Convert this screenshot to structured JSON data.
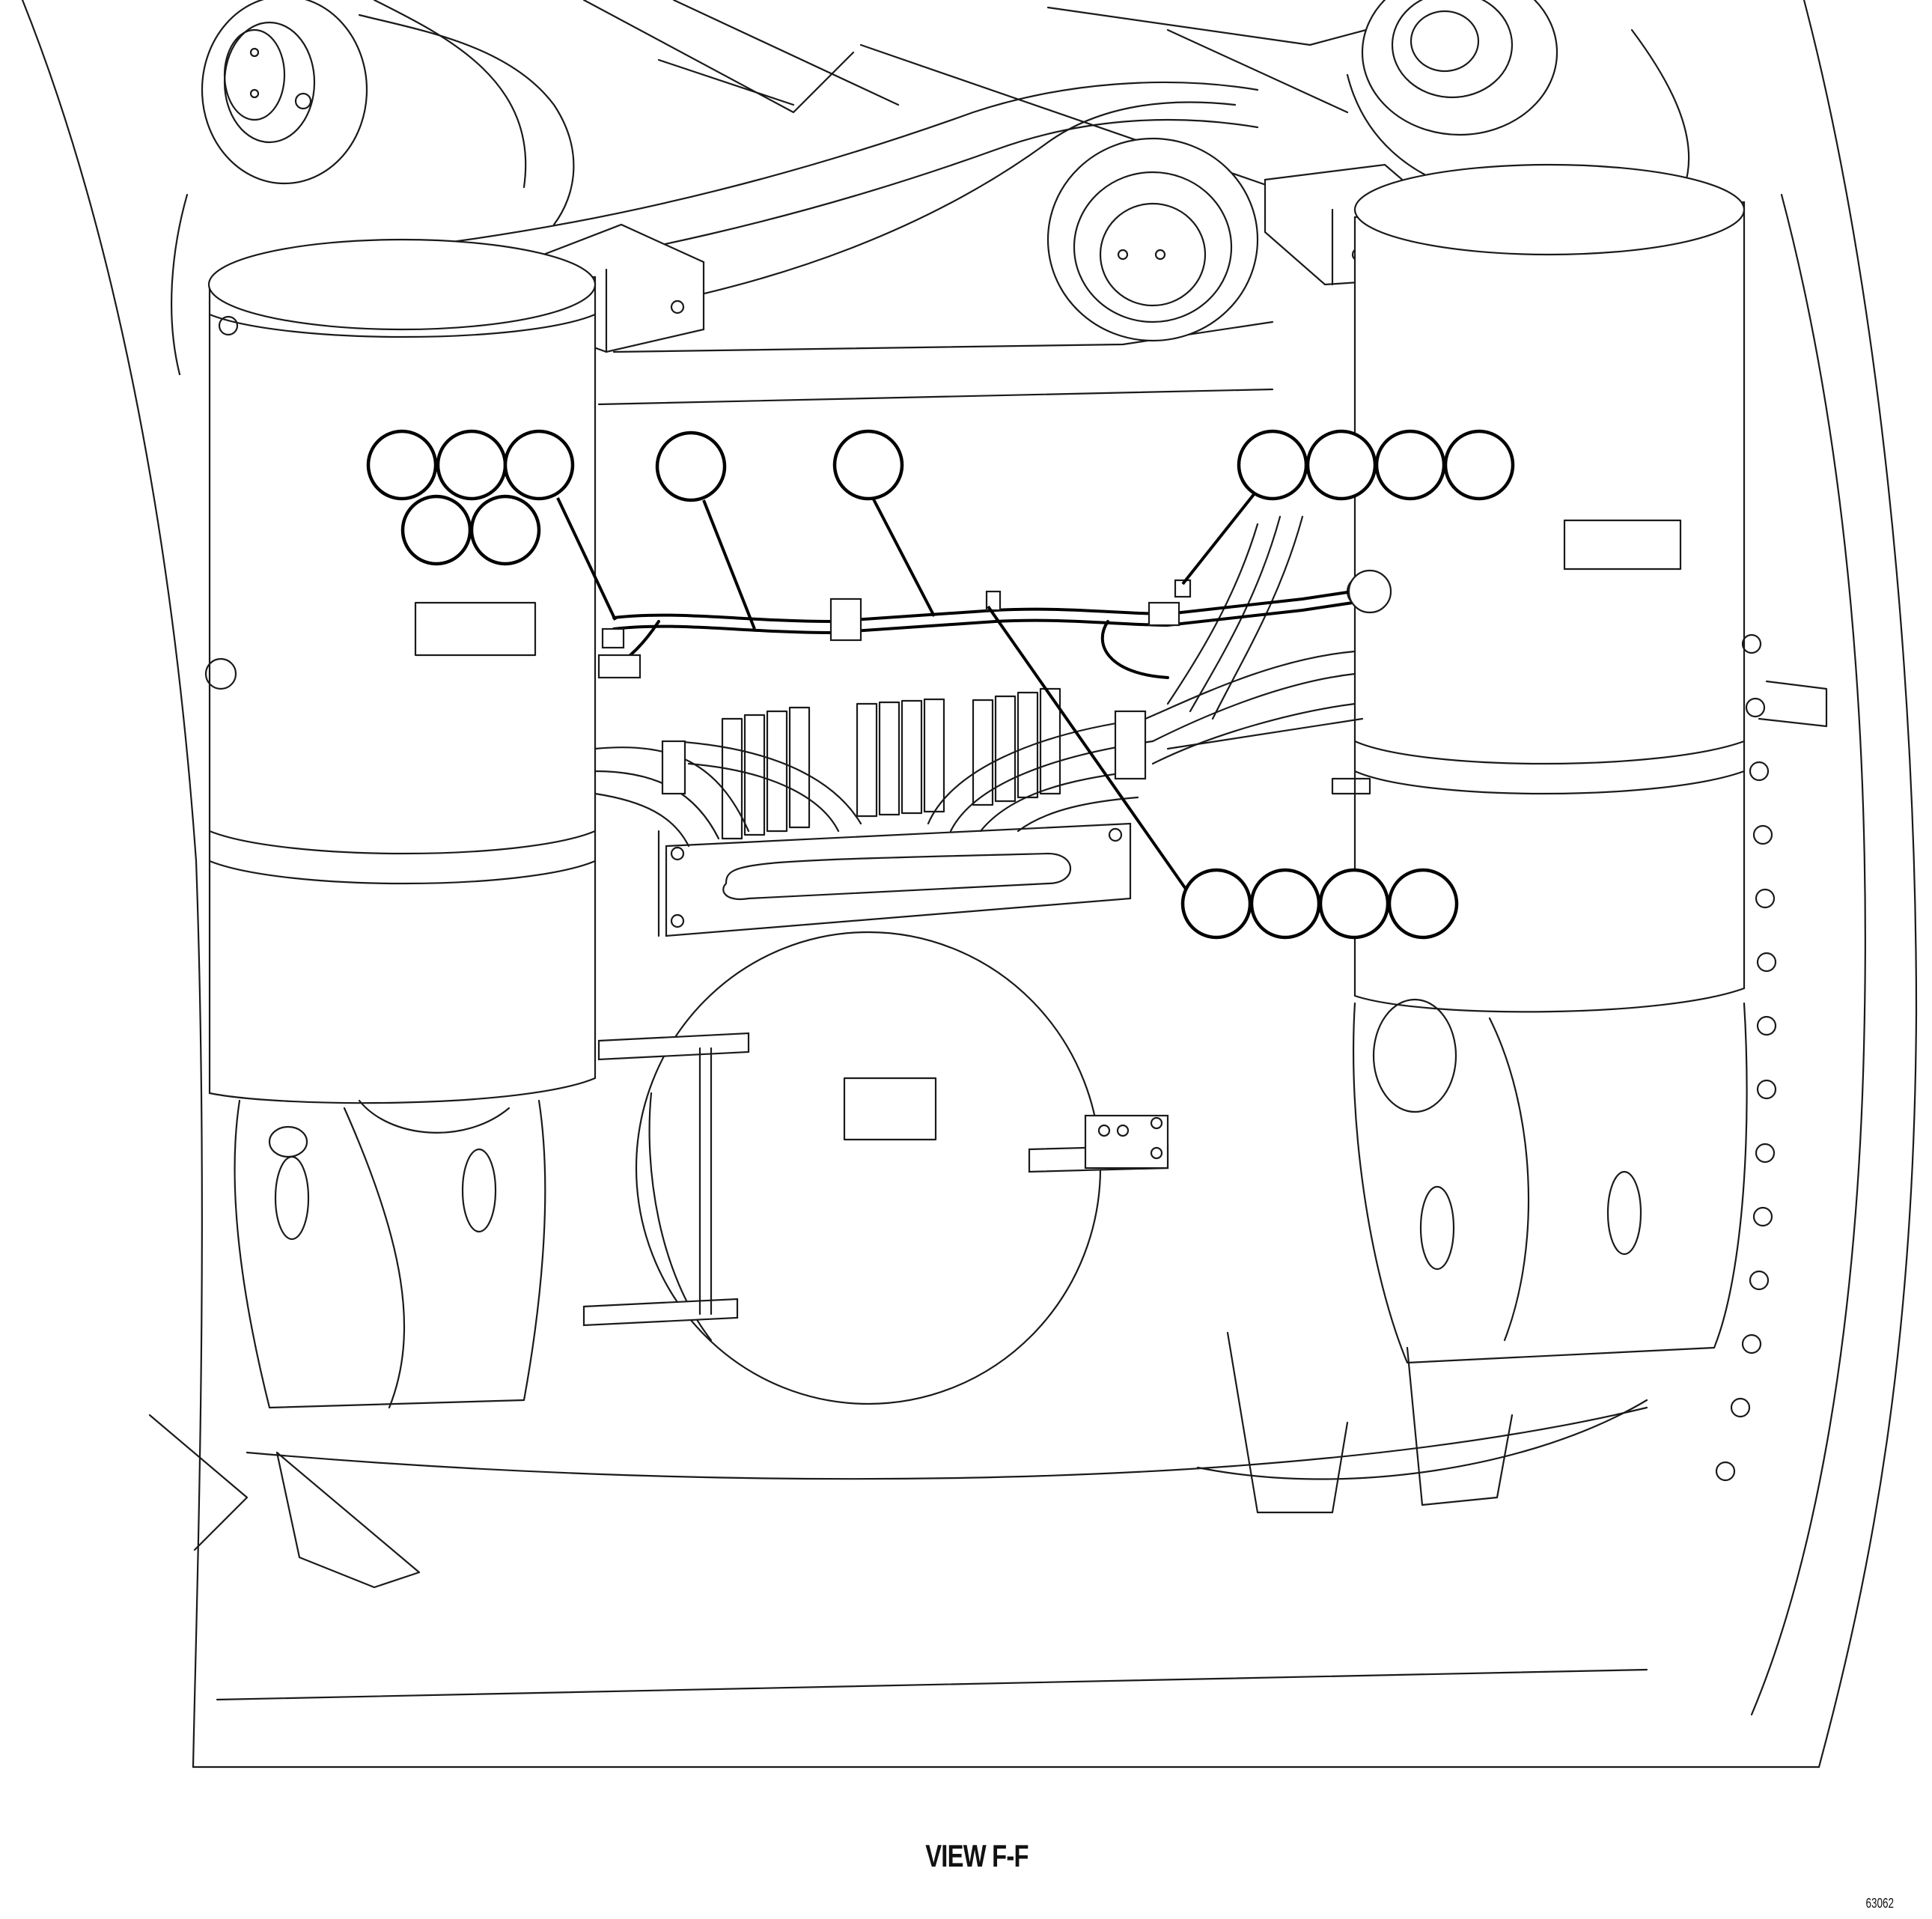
{
  "view_label": "VIEW F-F",
  "figure_number": "63062",
  "callout_groups": [
    {
      "name": "callout-group-left",
      "bubble_count": 5
    },
    {
      "name": "callout-group-center-left",
      "bubble_count": 1
    },
    {
      "name": "callout-group-center",
      "bubble_count": 1
    },
    {
      "name": "callout-group-upper-right",
      "bubble_count": 4
    },
    {
      "name": "callout-group-lower-right",
      "bubble_count": 4
    }
  ]
}
